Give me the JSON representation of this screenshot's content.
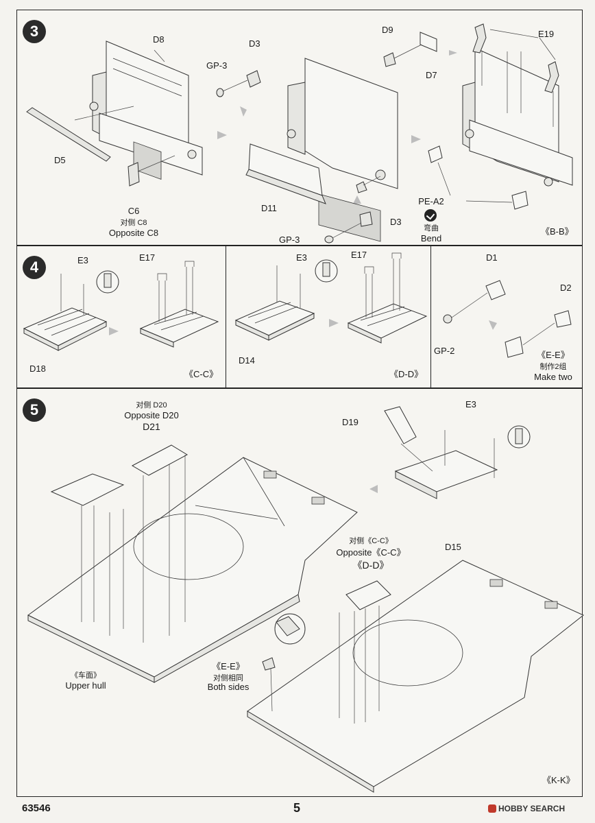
{
  "step3": {
    "number": "3",
    "labels": {
      "d8": "D8",
      "d5": "D5",
      "gp3_top": "GP-3",
      "d3_top": "D3",
      "d11": "D11",
      "c6": "C6",
      "c8_cn": "对侧 C8",
      "c8_en": "Opposite C8",
      "gp3_bottom": "GP-3",
      "d3_bottom": "D3",
      "d9": "D9",
      "d7": "D7",
      "e19": "E19",
      "pe_a2": "PE-A2",
      "bend_cn": "弯曲",
      "bend_en": "Bend",
      "ref": "《B-B》"
    }
  },
  "step4": {
    "number": "4",
    "cc": {
      "e3": "E3",
      "e17": "E17",
      "d18": "D18",
      "ref": "《C-C》"
    },
    "dd": {
      "e3": "E3",
      "e17": "E17",
      "d14": "D14",
      "ref": "《D-D》"
    },
    "ee": {
      "d1": "D1",
      "d2": "D2",
      "gp2": "GP-2",
      "ref": "《E-E》",
      "make_cn": "制作2组",
      "make_en": "Make two"
    }
  },
  "step5": {
    "number": "5",
    "labels": {
      "d20_cn": "对侧 D20",
      "d20_en": "Opposite D20",
      "d21": "D21",
      "d19": "D19",
      "e3": "E3",
      "d15": "D15",
      "cc_cn": "对侧《C-C》",
      "cc_en": "Opposite《C-C》",
      "dd": "《D-D》",
      "ee": "《E-E》",
      "both_cn": "对侧相同",
      "both_en": "Both sides",
      "upper_cn": "《车面》",
      "upper_en": "Upper hull",
      "ref": "《K-K》"
    }
  },
  "footer": {
    "product_number": "63546",
    "page": "5",
    "watermark": "HOBBY SEARCH"
  }
}
